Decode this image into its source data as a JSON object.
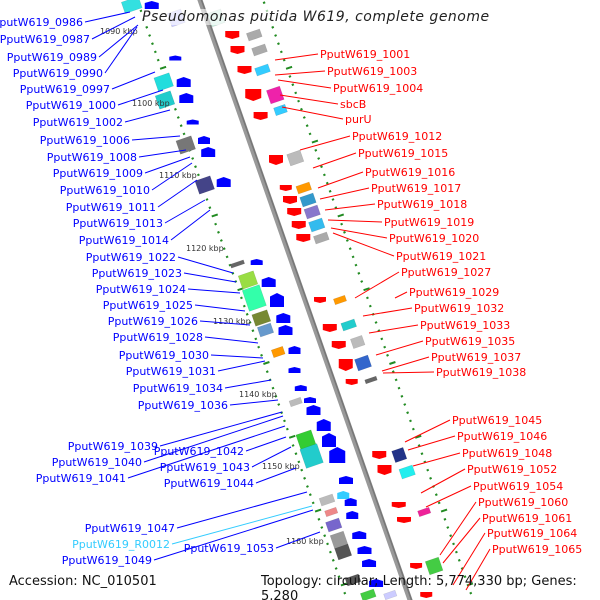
{
  "title": "Pseudomonas putida W619, complete genome",
  "footer": {
    "accession": "Accession: NC_010501",
    "topology": "Topology: circular; Length: 5,774,330 bp; Genes: 5,280"
  },
  "colors": {
    "forward_label": "#0000ff",
    "reverse_label": "#ff0000",
    "rna_label": "#33ccff",
    "backbone": "#999999",
    "tick": "#228b22"
  },
  "scale_ticks": [
    "1090 kbp",
    "1100 kbp",
    "1110 kbp",
    "1120 kbp",
    "1130 kbp",
    "1140 kbp",
    "1150 kbp",
    "1160 kbp"
  ],
  "left_labels": [
    "PputW619_0986",
    "PputW619_0987",
    "PputW619_0989",
    "PputW619_0990",
    "PputW619_0997",
    "PputW619_1000",
    "PputW619_1002",
    "PputW619_1006",
    "PputW619_1008",
    "PputW619_1009",
    "PputW619_1010",
    "PputW619_1011",
    "PputW619_1013",
    "PputW619_1014",
    "PputW619_1022",
    "PputW619_1023",
    "PputW619_1024",
    "PputW619_1025",
    "PputW619_1026",
    "PputW619_1028",
    "PputW619_1030",
    "PputW619_1031",
    "PputW619_1034",
    "PputW619_1036",
    "PputW619_1039",
    "PputW619_1040",
    "PputW619_1041",
    "PputW619_1042",
    "PputW619_1043",
    "PputW619_1044",
    "PputW619_1047",
    "PputW619_R0012",
    "PputW619_1049",
    "PputW619_1053"
  ],
  "right_labels": [
    "PputW619_1001",
    "PputW619_1003",
    "PputW619_1004",
    "sbcB",
    "purU",
    "PputW619_1012",
    "PputW619_1015",
    "PputW619_1016",
    "PputW619_1017",
    "PputW619_1018",
    "PputW619_1019",
    "PputW619_1020",
    "PputW619_1021",
    "PputW619_1027",
    "PputW619_1029",
    "PputW619_1032",
    "PputW619_1033",
    "PputW619_1035",
    "PputW619_1037",
    "PputW619_1038",
    "PputW619_1045",
    "PputW619_1046",
    "PputW619_1048",
    "PputW619_1052",
    "PputW619_1054",
    "PputW619_1060",
    "PputW619_1061",
    "PputW619_1064",
    "PputW619_1065"
  ]
}
